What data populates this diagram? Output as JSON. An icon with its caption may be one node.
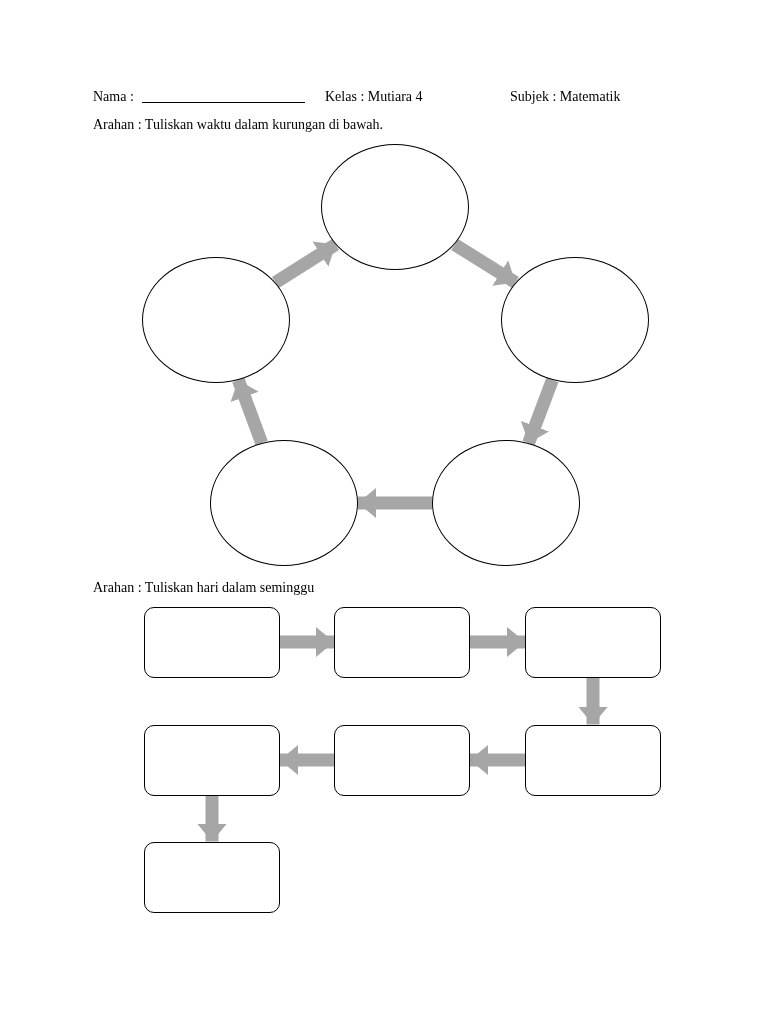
{
  "diagram": {
    "nodes": [
      {
        "text": [],
        "shape": "circle"
      },
      {
        "text": [],
        "shape": "circle"
      },
      {
        "text": [],
        "shape": "circle"
      },
      {
        "text": [],
        "shape": "circle"
      },
      {
        "text": [],
        "shape": "circle"
      },
      {
        "text": [],
        "shape": "box"
      },
      {
        "text": [],
        "shape": "box"
      },
      {
        "text": [],
        "shape": "box"
      },
      {
        "text": [],
        "shape": "box"
      },
      {
        "text": [],
        "shape": "box"
      },
      {
        "text": [],
        "shape": "box"
      },
      {
        "text": [],
        "shape": "box"
      }
    ],
    "edges": [
      {
        "from": 0,
        "to": 2,
        "arrow": "to"
      },
      {
        "from": 2,
        "to": 4,
        "arrow": "to"
      },
      {
        "from": 4,
        "to": 3,
        "arrow": "to"
      },
      {
        "from": 3,
        "to": 1,
        "arrow": "to"
      },
      {
        "from": 1,
        "to": 0,
        "arrow": "to"
      },
      {
        "from": 5,
        "to": 6,
        "arrow": "to"
      },
      {
        "from": 6,
        "to": 7,
        "arrow": "to"
      },
      {
        "from": 7,
        "to": 10,
        "arrow": "to"
      },
      {
        "from": 10,
        "to": 9,
        "arrow": "to"
      },
      {
        "from": 9,
        "to": 8,
        "arrow": "to"
      },
      {
        "from": 8,
        "to": 11,
        "arrow": "to"
      }
    ],
    "labels": [
      "Nama :",
      "Kelas : Mutiara 4",
      "Subjek : Matematik",
      "Arahan : Tuliskan waktu dalam kurungan di bawah.",
      "Arahan : Tuliskan hari dalam seminggu"
    ]
  }
}
